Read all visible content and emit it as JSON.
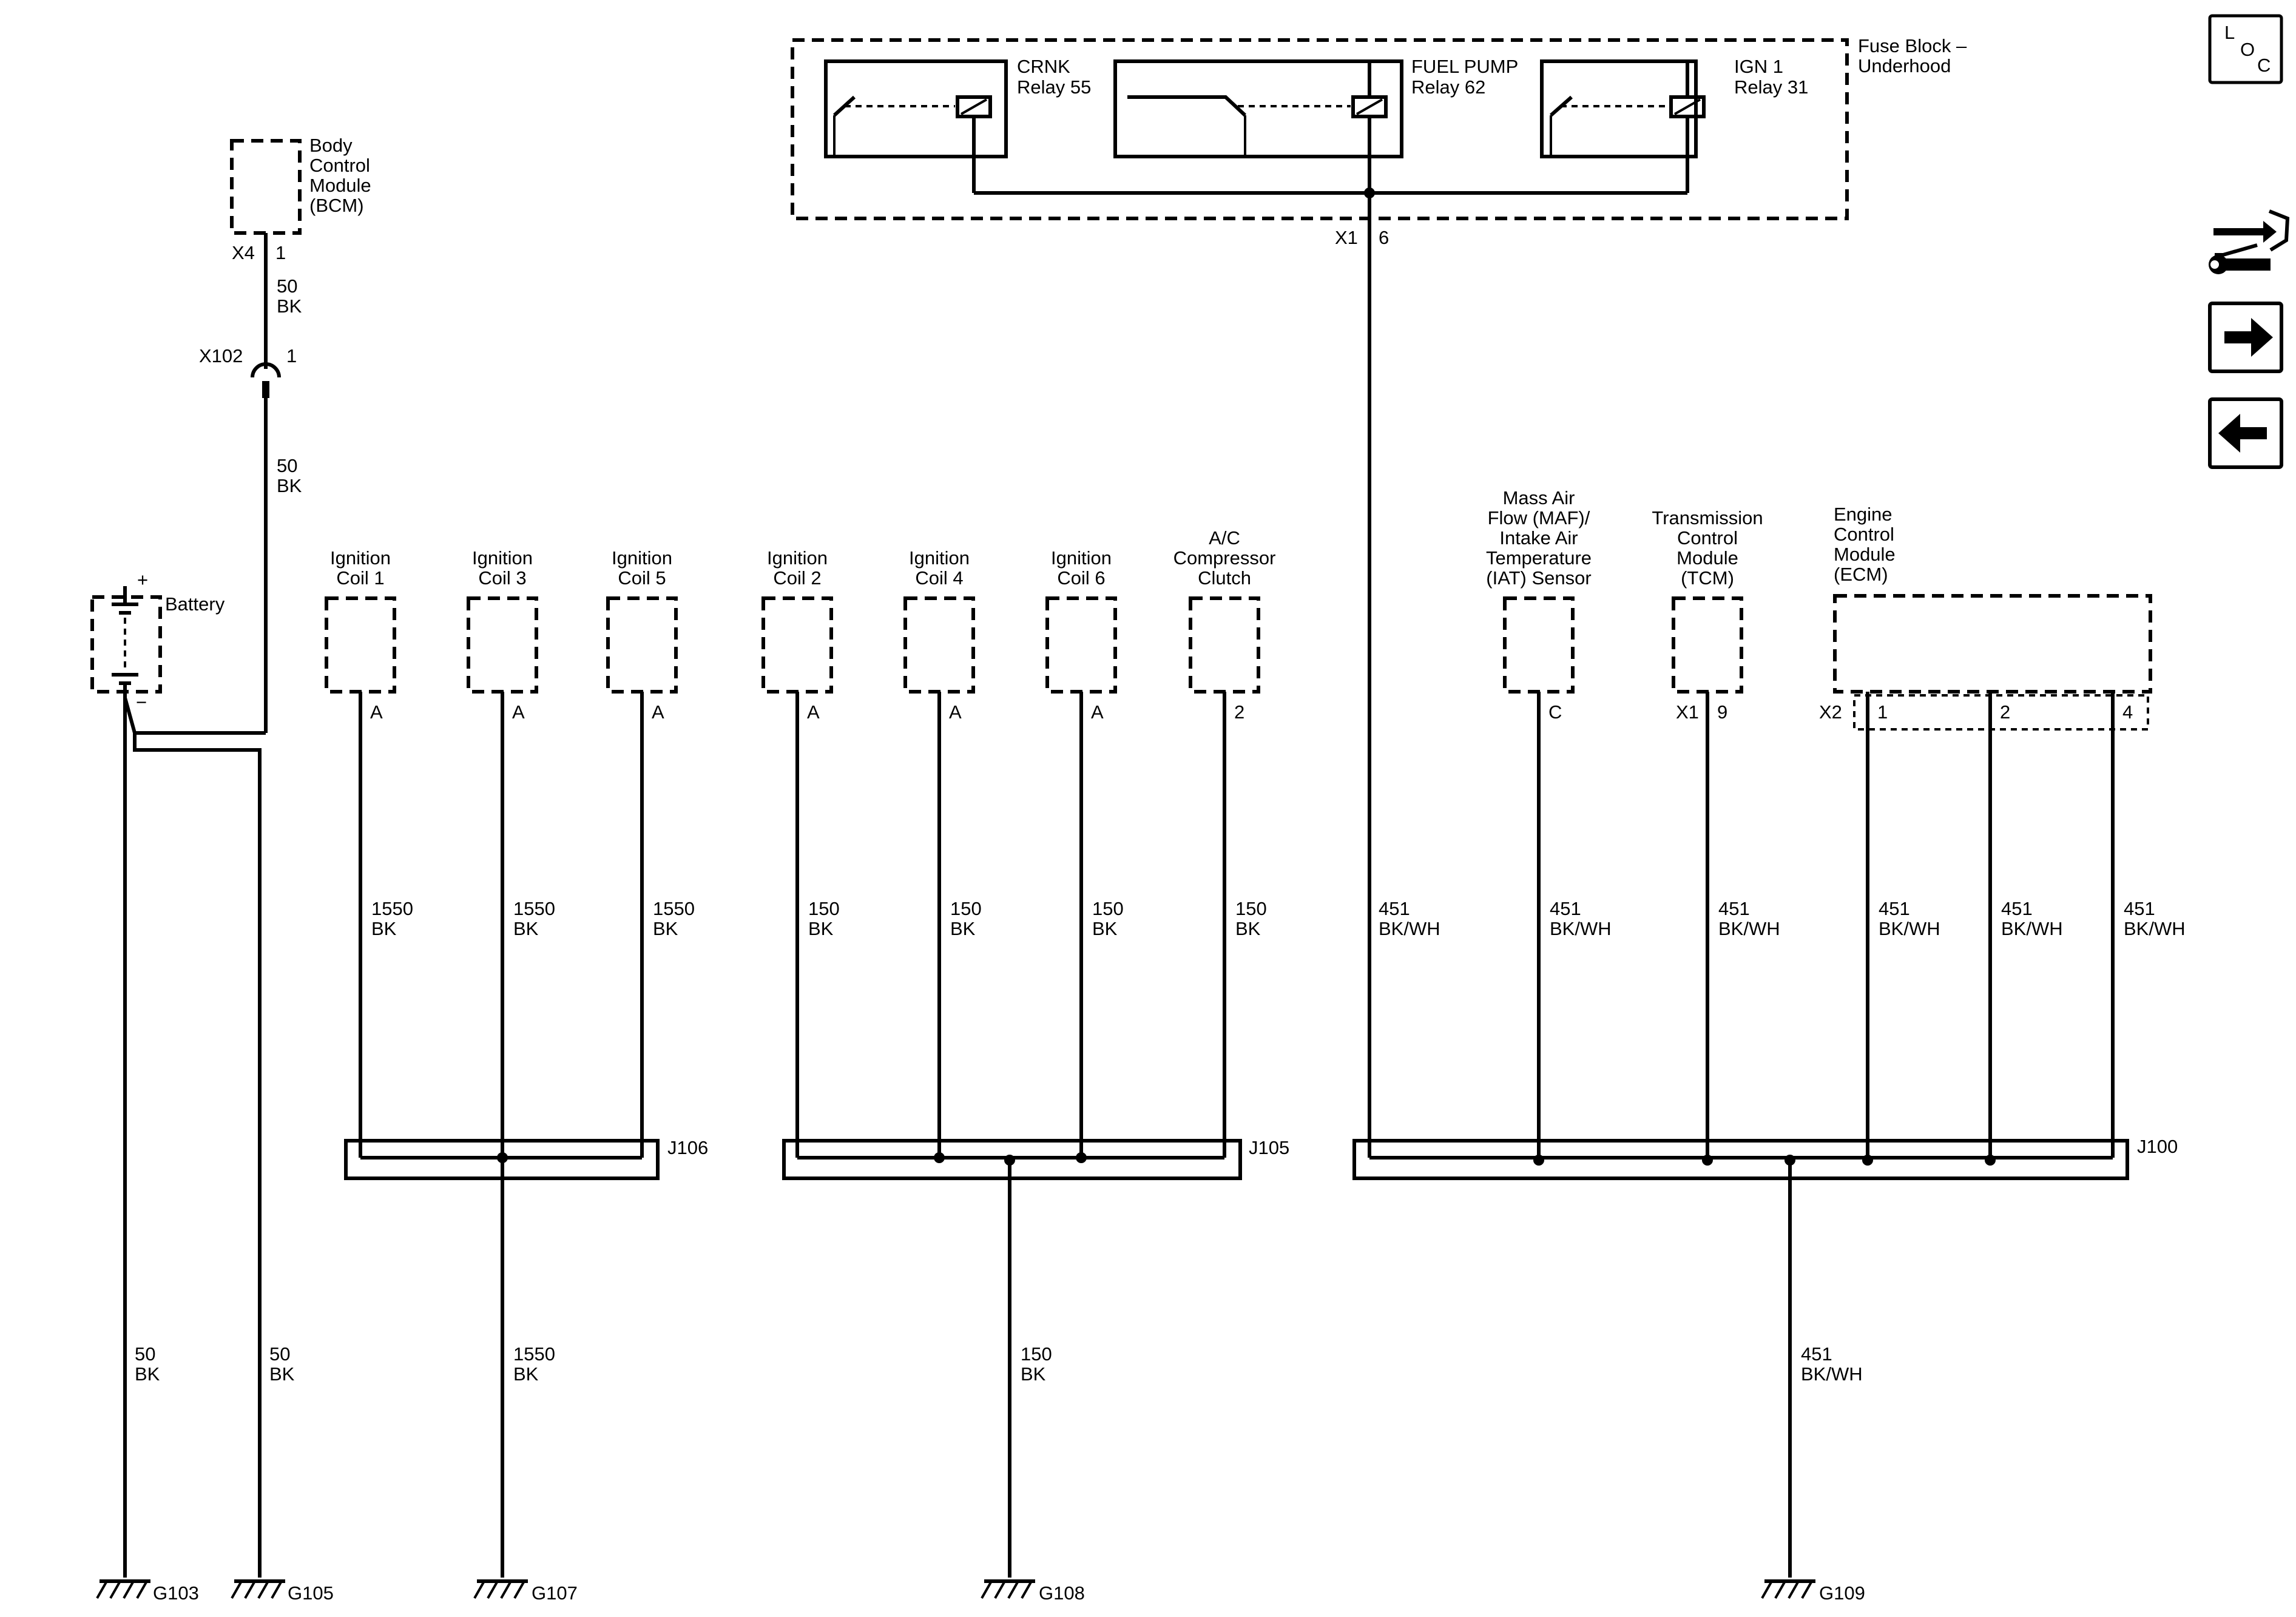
{
  "fuse_block": {
    "label_line1": "Fuse Block –",
    "label_line2": "Underhood",
    "relay_crnk_name": "CRNK",
    "relay_crnk_num": "Relay 55",
    "relay_fuel_name": "FUEL PUMP",
    "relay_fuel_num": "Relay 62",
    "relay_ign_name": "IGN 1",
    "relay_ign_num": "Relay 31",
    "connector": "X1",
    "pin": "6"
  },
  "bcm": {
    "line1": "Body",
    "line2": "Control",
    "line3": "Module",
    "line4": "(BCM)",
    "connector": "X4",
    "pin": "1",
    "wire_upper_num": "50",
    "wire_upper_color": "BK",
    "inline_connector": "X102",
    "inline_pin": "1",
    "wire_lower_num": "50",
    "wire_lower_color": "BK"
  },
  "battery": {
    "label": "Battery",
    "plus": "+",
    "minus": "−",
    "wire1_num": "50",
    "wire1_color": "BK",
    "wire2_num": "50",
    "wire2_color": "BK",
    "ground1": "G103",
    "ground2": "G105"
  },
  "components": {
    "coil1": {
      "line1": "Ignition",
      "line2": "Coil 1",
      "pin": "A",
      "wire_num": "1550",
      "wire_color": "BK"
    },
    "coil3": {
      "line1": "Ignition",
      "line2": "Coil 3",
      "pin": "A",
      "wire_num": "1550",
      "wire_color": "BK"
    },
    "coil5": {
      "line1": "Ignition",
      "line2": "Coil 5",
      "pin": "A",
      "wire_num": "1550",
      "wire_color": "BK"
    },
    "coil2": {
      "line1": "Ignition",
      "line2": "Coil 2",
      "pin": "A",
      "wire_num": "150",
      "wire_color": "BK"
    },
    "coil4": {
      "line1": "Ignition",
      "line2": "Coil 4",
      "pin": "A",
      "wire_num": "150",
      "wire_color": "BK"
    },
    "coil6": {
      "line1": "Ignition",
      "line2": "Coil 6",
      "pin": "A",
      "wire_num": "150",
      "wire_color": "BK"
    },
    "ac": {
      "line1": "A/C",
      "line2": "Compressor",
      "line3": "Clutch",
      "pin": "2",
      "wire_num": "150",
      "wire_color": "BK"
    },
    "maf": {
      "line1": "Mass Air",
      "line2": "Flow (MAF)/",
      "line3": "Intake Air",
      "line4": "Temperature",
      "line5": "(IAT) Sensor",
      "pin": "C",
      "wire_num": "451",
      "wire_color": "BK/WH"
    },
    "tcm": {
      "line1": "Transmission",
      "line2": "Control",
      "line3": "Module",
      "line4": "(TCM)",
      "connector": "X1",
      "pin": "9",
      "wire_num": "451",
      "wire_color": "BK/WH"
    },
    "ecm": {
      "line1": "Engine",
      "line2": "Control",
      "line3": "Module",
      "line4": "(ECM)",
      "connector": "X2",
      "pin1": "1",
      "pin2": "2",
      "pin3": "4",
      "wire1_num": "451",
      "wire1_color": "BK/WH",
      "wire2_num": "451",
      "wire2_color": "BK/WH",
      "wire3_num": "451",
      "wire3_color": "BK/WH"
    }
  },
  "fuse_wire": {
    "num": "451",
    "color": "BK/WH"
  },
  "splices": {
    "j106": "J106",
    "j105": "J105",
    "j100": "J100"
  },
  "grounds": {
    "g107": {
      "label": "G107",
      "wire_num": "1550",
      "wire_color": "BK"
    },
    "g108": {
      "label": "G108",
      "wire_num": "150",
      "wire_color": "BK"
    },
    "g109": {
      "label": "G109",
      "wire_num": "451",
      "wire_color": "BK/WH"
    }
  },
  "nav": {
    "loc_l": "L",
    "loc_o": "O",
    "loc_c": "C",
    "icons": [
      "location-icon",
      "connector-wrench-icon",
      "next-arrow-icon",
      "previous-arrow-icon"
    ]
  }
}
